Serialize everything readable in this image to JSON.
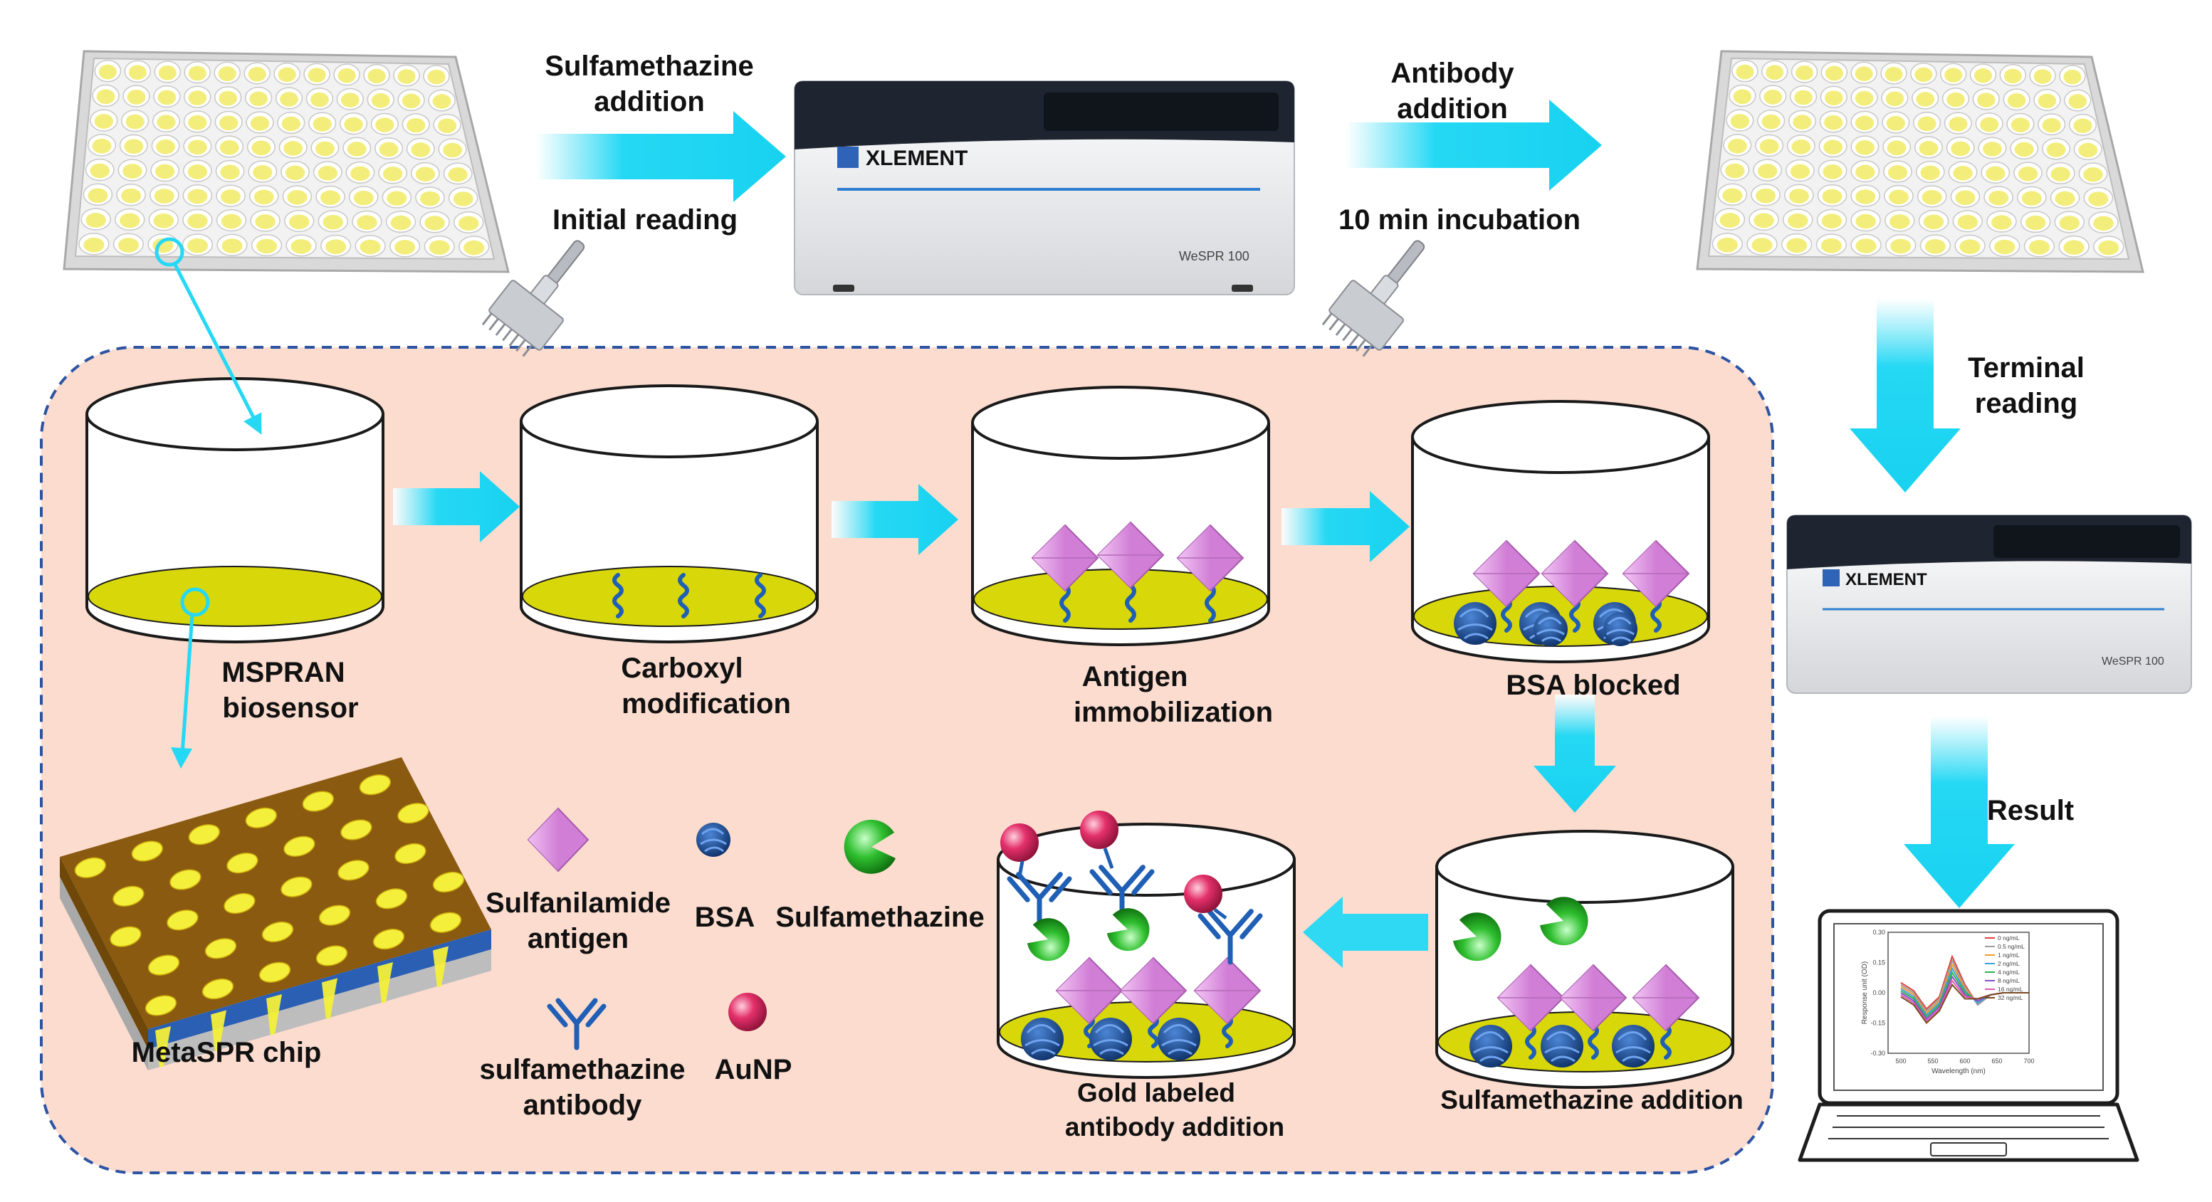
{
  "colors": {
    "panel_fill": "#fbdccf",
    "panel_border": "#2d54a3",
    "arrow": "#25d8f4",
    "gold": "#d8d70a",
    "gold_well": "#f3ee7c",
    "antigen": "#d17fd6",
    "bsa": "#1b4f9c",
    "linker": "#1f5fb5",
    "sulfamethazine": "#2fbf2f",
    "aunp": "#e3306a",
    "chip_brown": "#8a5a10"
  },
  "top_steps": {
    "sulfa_add": [
      "Sulfamethazine",
      "addition"
    ],
    "initial_reading": "Initial reading",
    "antibody_add": [
      "Antibody",
      "addition"
    ],
    "incubation": "10 min incubation",
    "terminal_reading": [
      "Terminal",
      "reading"
    ],
    "result": "Result"
  },
  "instrument": {
    "brand": "XLEMENT",
    "model": "WeSPR 100"
  },
  "wells": {
    "mspran": [
      "MSPRAN",
      "biosensor"
    ],
    "carboxyl": [
      "Carboxyl",
      "modification"
    ],
    "antigen_imm": [
      "Antigen",
      "immobilization"
    ],
    "bsa_blocked": "BSA blocked",
    "sulfa_addition": "Sulfamethazine addition",
    "gold_labeled": [
      "Gold labeled",
      "antibody addition"
    ]
  },
  "chip": {
    "label": "MetaSPR chip"
  },
  "legend": {
    "antigen": [
      "Sulfanilamide",
      "antigen"
    ],
    "bsa": "BSA",
    "sulfamethazine": "Sulfamethazine",
    "antibody": [
      "sulfamethazine",
      "antibody"
    ],
    "aunp": "AuNP"
  },
  "chart_data": {
    "type": "line",
    "title": "",
    "xlabel": "Wavelength (nm)",
    "ylabel": "Response unit (OD)",
    "x_ticks": [
      "500",
      "550",
      "600",
      "650",
      "700"
    ],
    "y_ticks": [
      "0.30",
      "0.15",
      "0.00",
      "-0.15",
      "-0.30"
    ],
    "xlim": [
      480,
      700
    ],
    "ylim": [
      -0.3,
      0.3
    ],
    "x": [
      500,
      520,
      540,
      560,
      580,
      600,
      620,
      640,
      660,
      680,
      700
    ],
    "series": [
      {
        "name": "0 ng/mL",
        "color": "#e04040",
        "values": [
          0.05,
          0.01,
          -0.08,
          -0.02,
          0.18,
          0.04,
          -0.06,
          -0.01,
          0.0,
          0.0,
          0.0
        ]
      },
      {
        "name": "0.5 ng/mL",
        "color": "#9c9c9c",
        "values": [
          0.04,
          0.0,
          -0.09,
          -0.03,
          0.16,
          0.03,
          -0.06,
          -0.01,
          0.0,
          0.0,
          0.0
        ]
      },
      {
        "name": "1 ng/mL",
        "color": "#f29a2e",
        "values": [
          0.03,
          -0.01,
          -0.1,
          -0.04,
          0.14,
          0.02,
          -0.05,
          -0.01,
          0.0,
          0.0,
          0.0
        ]
      },
      {
        "name": "2 ng/mL",
        "color": "#3aa0e0",
        "values": [
          0.02,
          -0.02,
          -0.11,
          -0.05,
          0.12,
          0.01,
          -0.05,
          -0.01,
          0.0,
          0.0,
          0.0
        ]
      },
      {
        "name": "4 ng/mL",
        "color": "#2cb44c",
        "values": [
          0.01,
          -0.03,
          -0.12,
          -0.06,
          0.1,
          0.0,
          -0.04,
          -0.01,
          0.0,
          0.0,
          0.0
        ]
      },
      {
        "name": "8 ng/mL",
        "color": "#8a4fc8",
        "values": [
          0.0,
          -0.04,
          -0.13,
          -0.07,
          0.08,
          -0.01,
          -0.04,
          -0.01,
          0.0,
          0.0,
          0.0
        ]
      },
      {
        "name": "16 ng/mL",
        "color": "#e05ab0",
        "values": [
          -0.01,
          -0.05,
          -0.14,
          -0.08,
          0.06,
          -0.02,
          -0.03,
          -0.01,
          0.0,
          0.0,
          0.0
        ]
      },
      {
        "name": "32 ng/mL",
        "color": "#7a4a20",
        "values": [
          -0.02,
          -0.06,
          -0.15,
          -0.09,
          0.04,
          -0.03,
          -0.03,
          -0.01,
          0.0,
          0.0,
          0.0
        ]
      }
    ]
  }
}
